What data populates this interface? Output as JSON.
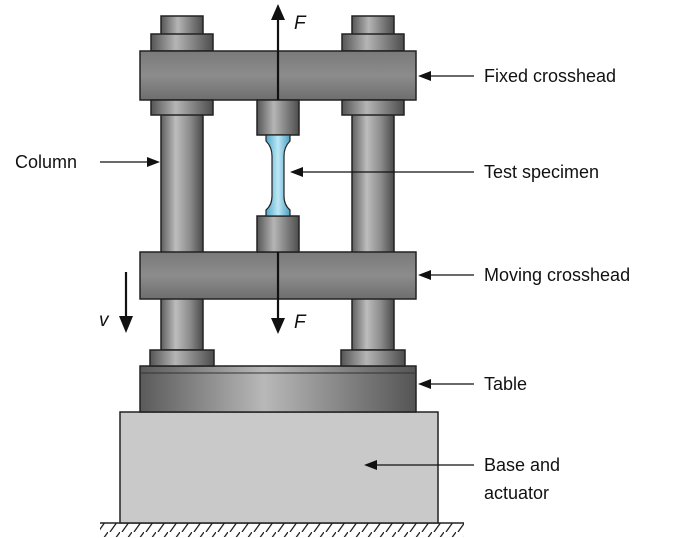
{
  "labels": {
    "fixed_crosshead": "Fixed crosshead",
    "column": "Column",
    "test_specimen": "Test specimen",
    "moving_crosshead": "Moving crosshead",
    "table": "Table",
    "base_line1": "Base and",
    "base_line2": "actuator",
    "force_top": "F",
    "force_bottom": "F",
    "velocity": "v"
  },
  "colors": {
    "steel": "#8a8a8a",
    "steel_dark": "#555555",
    "base": "#c9c9c9",
    "specimen": "#8fd0ea",
    "outline": "#222222"
  }
}
